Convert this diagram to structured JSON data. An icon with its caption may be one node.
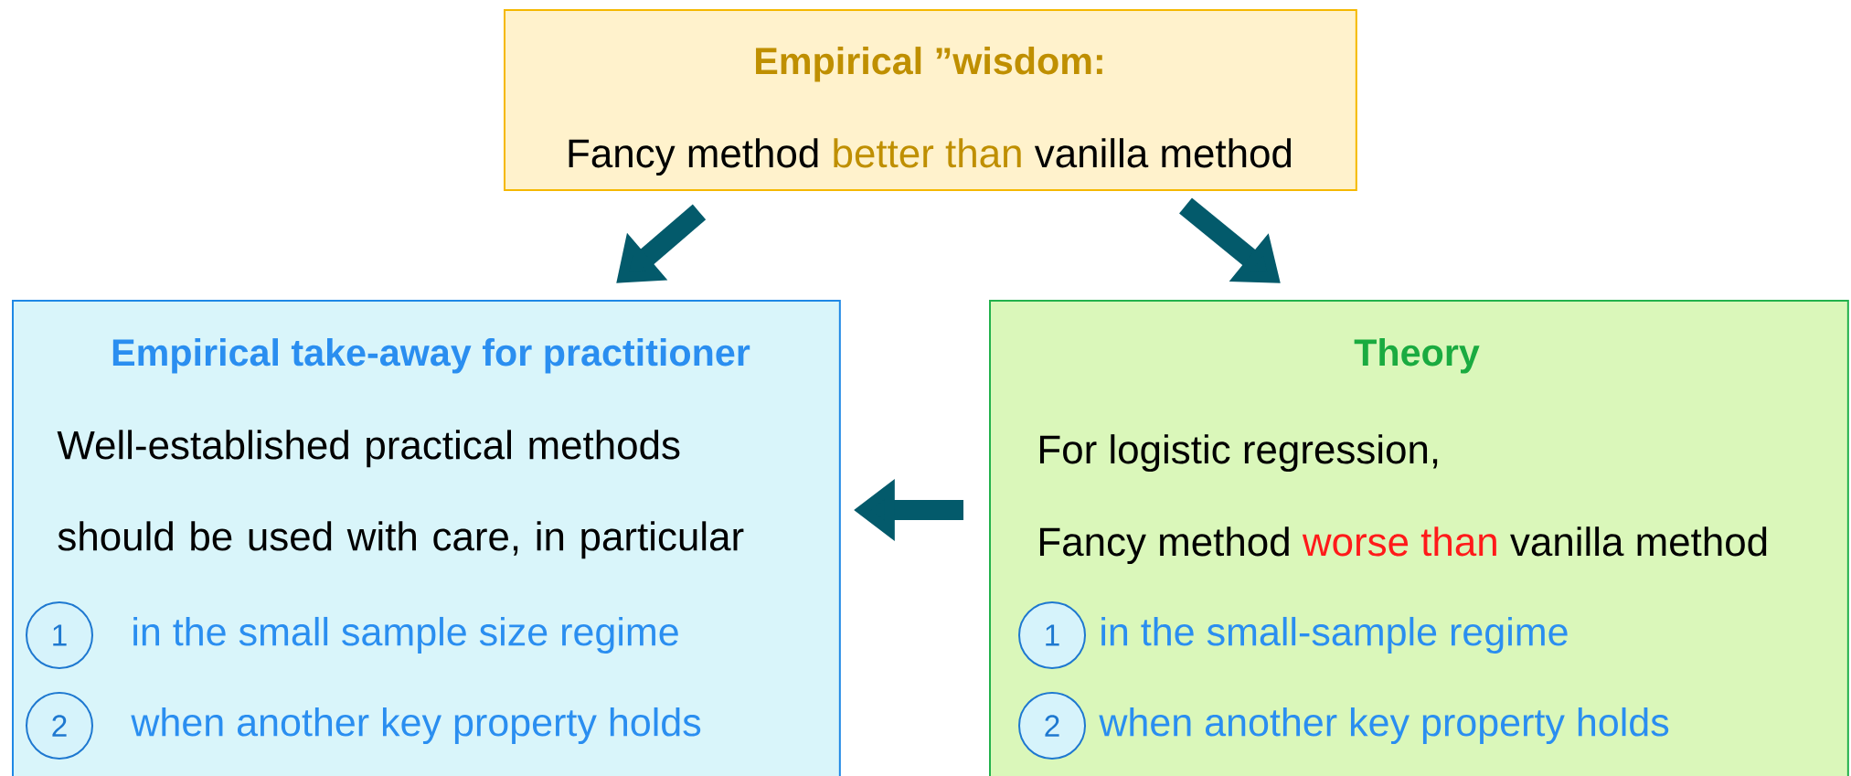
{
  "diagram": {
    "nodes": [
      {
        "text": [
          "Empirical ”wisdom:",
          "Fancy method",
          "better than",
          "vanilla method"
        ]
      },
      {
        "text": [
          "Empirical take-away for practitioner",
          "Well-established practical methods should be used with care, in particular"
        ]
      },
      {
        "text": [
          "1"
        ],
        "in": 1,
        "beside": [
          "in the small sample size regime"
        ]
      },
      {
        "text": [
          "2"
        ],
        "in": 1,
        "beside": [
          "when another key property holds"
        ]
      },
      {
        "text": [
          "Theory",
          "For logistic regression,",
          "Fancy method",
          "worse than",
          "vanilla method"
        ]
      },
      {
        "text": [
          "1"
        ],
        "in": 4,
        "beside": [
          "in the small-sample regime"
        ]
      },
      {
        "text": [
          "2"
        ],
        "in": 4,
        "beside": [
          "when another key property holds"
        ]
      }
    ],
    "edges": [
      {
        "from": 0,
        "to": 1,
        "arrow": "to"
      },
      {
        "from": 0,
        "to": 4,
        "arrow": "to"
      },
      {
        "from": 4,
        "to": 1,
        "arrow": "to"
      }
    ]
  }
}
